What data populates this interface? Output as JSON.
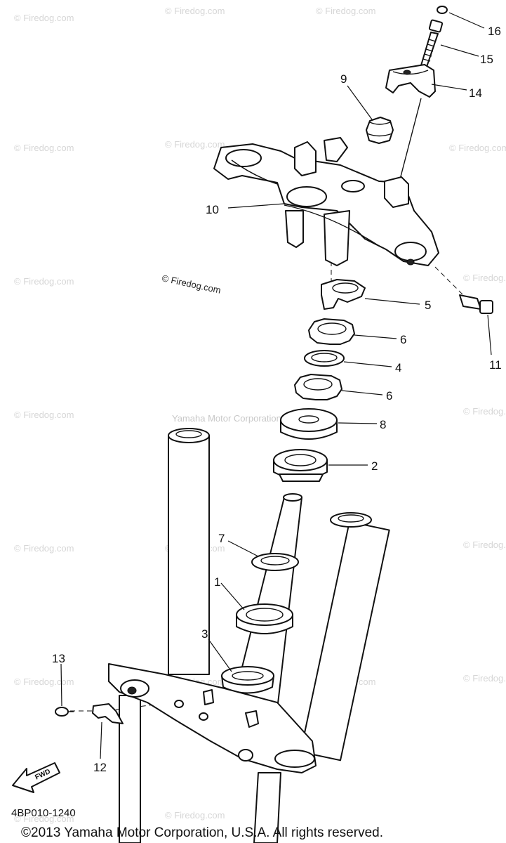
{
  "watermark": {
    "site": "© Firedog.com",
    "owner": "Yamaha Motor Corporation"
  },
  "callouts": {
    "p1": "1",
    "p2": "2",
    "p3": "3",
    "p4": "4",
    "p5": "5",
    "p6a": "6",
    "p6b": "6",
    "p7": "7",
    "p8": "8",
    "p9": "9",
    "p10": "10",
    "p11": "11",
    "p12": "12",
    "p13": "13",
    "p14": "14",
    "p15": "15",
    "p16": "16"
  },
  "fwd_label": "FWD",
  "diagram_code": "4BP010-1240",
  "copyright": "©2013 Yamaha Motor Corporation, U.S.A. All rights reserved."
}
